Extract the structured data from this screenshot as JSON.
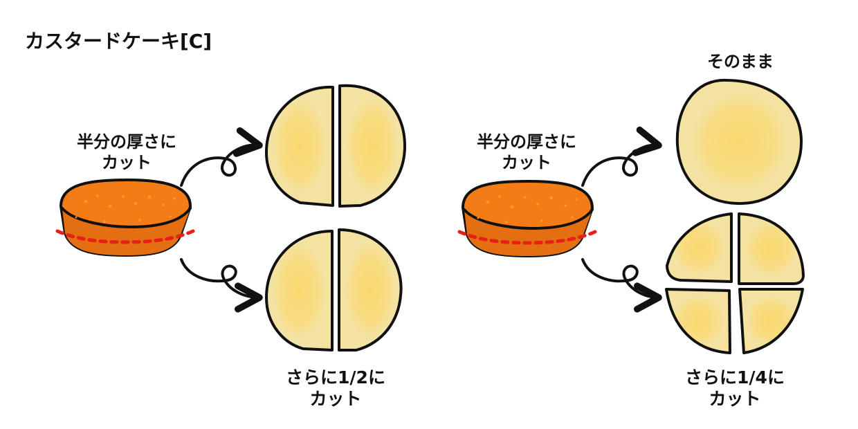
{
  "title": "カスタードケーキ[C]",
  "left_panel": {
    "cut_label_line1": "半分の厚さに",
    "cut_label_line2": "カット",
    "result_label_line1": "さらに1/2に",
    "result_label_line2": "カット"
  },
  "right_panel": {
    "top_label": "そのまま",
    "cut_label_line1": "半分の厚さに",
    "cut_label_line2": "カット",
    "result_label_line1": "さらに1/4に",
    "result_label_line2": "カット"
  },
  "colors": {
    "cake_orange": "#f47c16",
    "cake_side": "#e36f12",
    "cake_speckle": "#f6a62a",
    "cut_line_red": "#e71f19",
    "slice_fill": "#f3e2a1",
    "slice_center": "#f9d86e",
    "outline": "#111111"
  }
}
